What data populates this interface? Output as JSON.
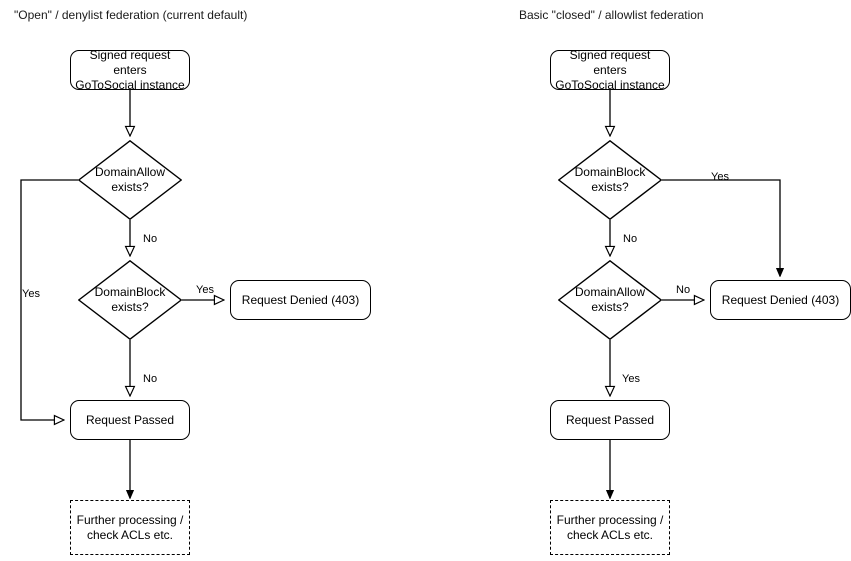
{
  "diagram": {
    "title_left": "\"Open\" / denylist federation (current default)",
    "title_right": "Basic \"closed\" / allowlist federation",
    "stroke_color": "#000000",
    "background_color": "#ffffff",
    "text_color": "#000000"
  },
  "left_flow": {
    "title": "\"Open\" / denylist federation (current default)",
    "nodes": {
      "entry": "Signed request enters\nGoToSocial instance",
      "decision1": "DomainAllow\nexists?",
      "decision2": "DomainBlock\nexists?",
      "denied": "Request Denied (403)",
      "passed": "Request Passed",
      "further": "Further processing /\ncheck ACLs etc."
    },
    "edges": {
      "d1_yes": "Yes",
      "d1_no": "No",
      "d2_yes": "Yes",
      "d2_no": "No"
    }
  },
  "right_flow": {
    "title": "Basic \"closed\" / allowlist federation",
    "nodes": {
      "entry": "Signed request enters\nGoToSocial instance",
      "decision1": "DomainBlock\nexists?",
      "decision2": "DomainAllow\nexists?",
      "denied": "Request Denied (403)",
      "passed": "Request Passed",
      "further": "Further processing /\ncheck ACLs etc."
    },
    "edges": {
      "d1_yes": "Yes",
      "d1_no": "No",
      "d2_no": "No",
      "d2_yes": "Yes"
    }
  }
}
